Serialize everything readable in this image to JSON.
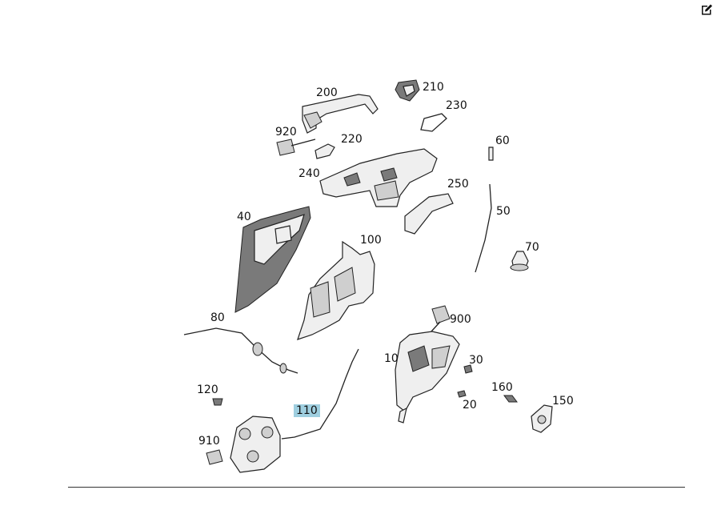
{
  "toolbar": {
    "edit_icon": "edit-icon"
  },
  "diagram": {
    "labels": [
      "200",
      "210",
      "230",
      "920",
      "220",
      "60",
      "240",
      "250",
      "50",
      "40",
      "100",
      "70",
      "80",
      "900",
      "10",
      "30",
      "120",
      "160",
      "150",
      "110",
      "20",
      "910"
    ],
    "highlighted": "110"
  }
}
